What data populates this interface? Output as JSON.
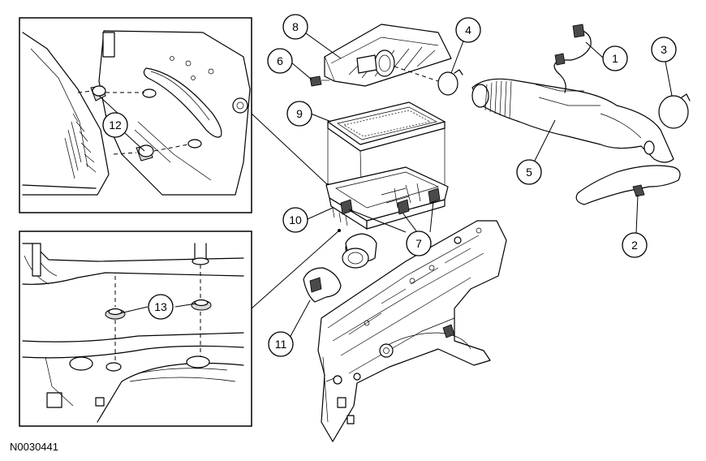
{
  "figure_code": "N0030441",
  "callouts": {
    "c1": "1",
    "c2": "2",
    "c3": "3",
    "c4": "4",
    "c5": "5",
    "c6": "6",
    "c7": "7",
    "c8": "8",
    "c9": "9",
    "c10": "10",
    "c11": "11",
    "c12": "12",
    "c13": "13"
  }
}
